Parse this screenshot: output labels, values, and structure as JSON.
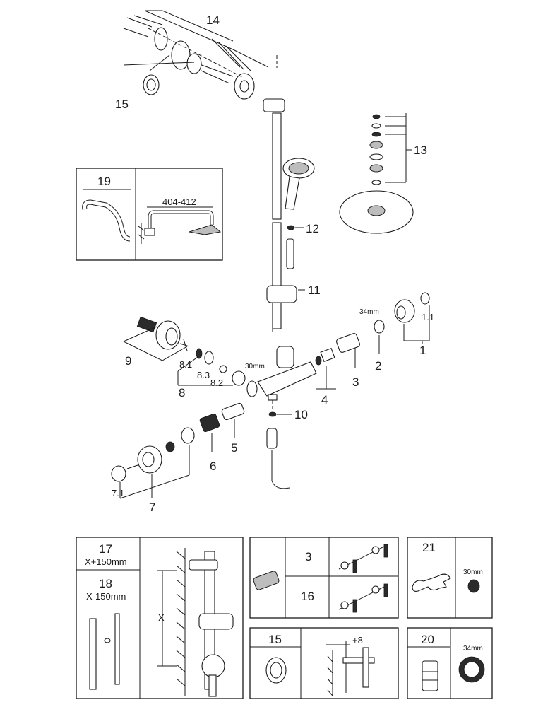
{
  "callouts": {
    "p1": "1",
    "p1_1": "1.1",
    "p2": "2",
    "p3": "3",
    "p4": "4",
    "p5": "5",
    "p6": "6",
    "p7": "7",
    "p7_1": "7.1",
    "p8": "8",
    "p8_1": "8.1",
    "p8_2": "8.2",
    "p8_3": "8.3",
    "p9": "9",
    "p10": "10",
    "p11": "11",
    "p12": "12",
    "p13": "13",
    "p14": "14",
    "p15": "15"
  },
  "dimensions": {
    "nut_34": "34mm",
    "nut_30": "30mm"
  },
  "inset19": {
    "number": "19",
    "dimension": "404-412"
  },
  "box_17_18": {
    "n17": "17",
    "d17": "X+150mm",
    "n18": "18",
    "d18": "X-150mm",
    "x_label": "X"
  },
  "box_3_16": {
    "n3": "3",
    "n16": "16"
  },
  "box_21": {
    "number": "21",
    "dimension": "30mm"
  },
  "box_15": {
    "number": "15",
    "dimension": "+8"
  },
  "box_20": {
    "number": "20",
    "dimension": "34mm"
  }
}
